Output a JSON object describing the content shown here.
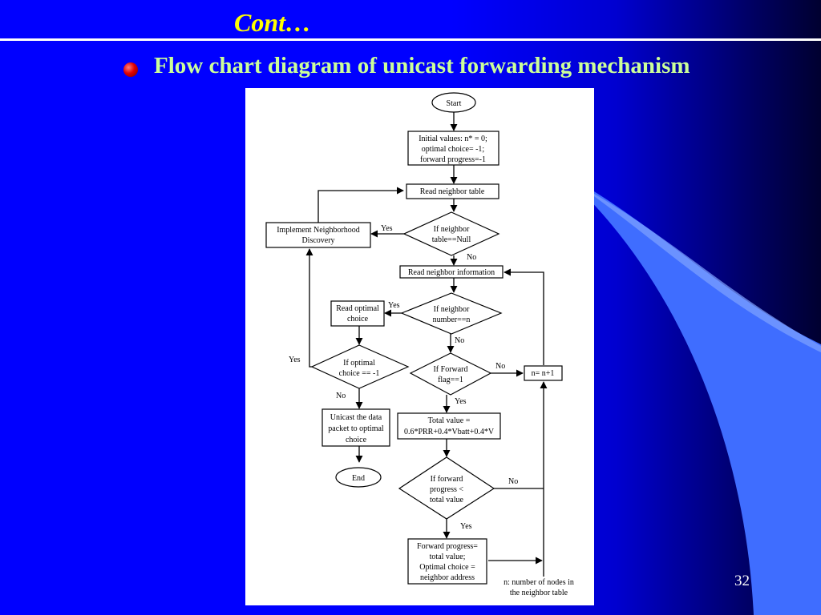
{
  "slide": {
    "title": "Cont…",
    "bullet_text": "Flow chart diagram of unicast forwarding mechanism",
    "page_number": "32"
  },
  "flowchart": {
    "start": "Start",
    "init": [
      "Initial values: n* = 0;",
      "optimal choice= -1;",
      "forward progress=-1"
    ],
    "read_table": "Read neighbor table",
    "implement_nd": [
      "Implement Neighborhood",
      "Discovery"
    ],
    "if_null": [
      "If neighbor",
      "table==Null"
    ],
    "read_info": "Read neighbor information",
    "read_optimal": [
      "Read optimal",
      "choice"
    ],
    "if_number": [
      "If neighbor",
      "number==n"
    ],
    "if_optimal": [
      "If optimal",
      "choice == -1"
    ],
    "if_forward_flag": [
      "If Forward",
      "flag==1"
    ],
    "n_increment": "n= n+1",
    "unicast": [
      "Unicast the data",
      "packet to optimal",
      "choice"
    ],
    "end": "End",
    "total_value": [
      "Total value =",
      "0.6*PRR+0.4*Vbatt+0.4*V"
    ],
    "if_progress": [
      "If forward",
      "progress <",
      "total value"
    ],
    "update": [
      "Forward progress=",
      "total value;",
      "Optimal choice =",
      "neighbor address"
    ],
    "note": [
      "n: number of nodes in",
      "the neighbor table"
    ],
    "yes": "Yes",
    "no": "No"
  }
}
